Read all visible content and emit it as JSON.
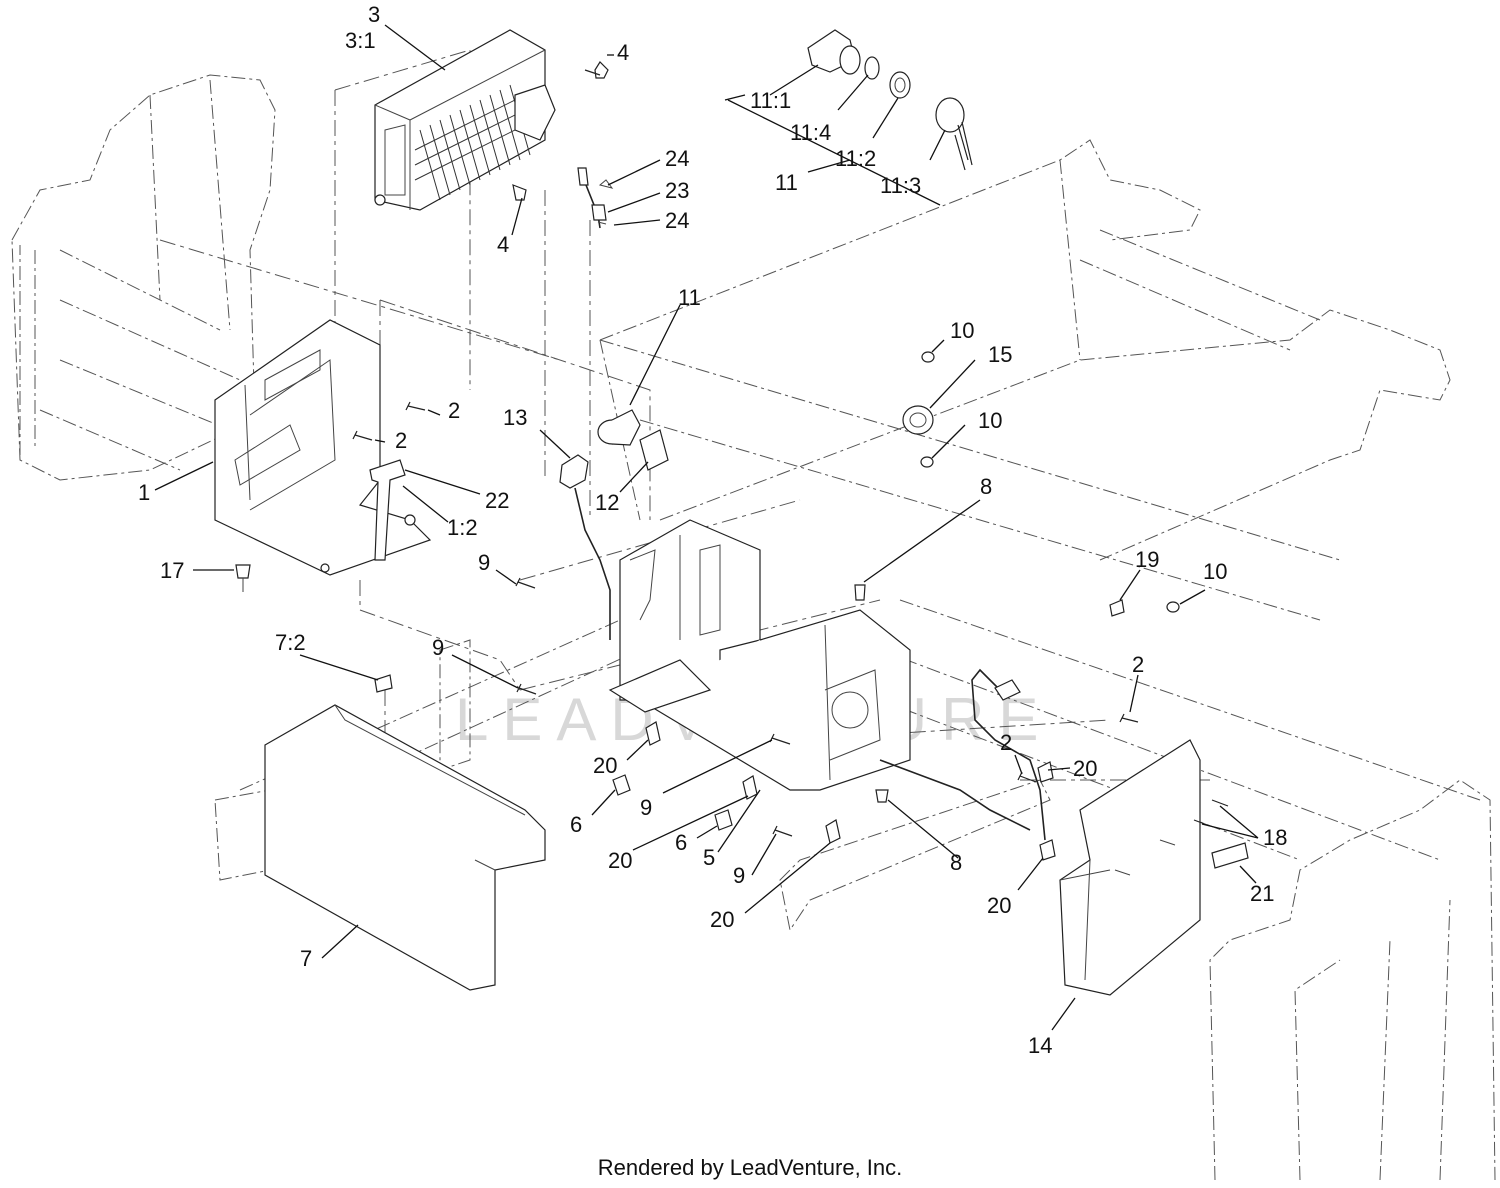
{
  "watermark": "LEADVENTURE",
  "footer": "Rendered by LeadVenture, Inc.",
  "callouts": {
    "c3": "3",
    "c3_1": "3:1",
    "c4a": "4",
    "c4b": "4",
    "c24a": "24",
    "c23": "23",
    "c24b": "24",
    "c11_1": "11:1",
    "c11_4": "11:4",
    "c11_2": "11:2",
    "c11_3": "11:3",
    "c11_group": "11",
    "c11": "11",
    "c10a": "10",
    "c15": "15",
    "c10b": "10",
    "c2a": "2",
    "c2b": "2",
    "c13": "13",
    "c22": "22",
    "c1": "1",
    "c1_2": "1:2",
    "c12": "12",
    "c8a": "8",
    "c17": "17",
    "c9a": "9",
    "c19": "19",
    "c10c": "10",
    "c7_2": "7:2",
    "c9b": "9",
    "c2c": "2",
    "c20a": "20",
    "c2d": "2",
    "c20b": "20",
    "c9c": "9",
    "c6a": "6",
    "c18": "18",
    "c20c": "20",
    "c6b": "6",
    "c5": "5",
    "c8b": "8",
    "c9d": "9",
    "c21": "21",
    "c20d": "20",
    "c7": "7",
    "c20e": "20",
    "c14": "14"
  }
}
